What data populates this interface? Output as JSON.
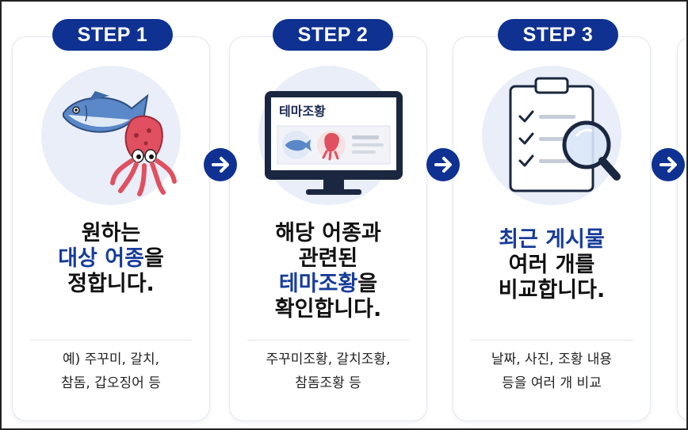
{
  "steps": [
    {
      "badge": "STEP 1",
      "title": {
        "line1": "원하는",
        "line2_blue": "대상 어종",
        "line2_rest": "을",
        "line3": "정합니다."
      },
      "desc": [
        "예) 주꾸미, 갈치,",
        "참돔, 갑오징어 등"
      ],
      "icons": [
        "fish-icon",
        "squid-icon"
      ]
    },
    {
      "badge": "STEP 2",
      "screen_title": "테마조황",
      "title": {
        "line1": "해당 어종과",
        "line2": "관련된",
        "line3_blue": "테마조황",
        "line3_rest": "을",
        "line4": "확인합니다."
      },
      "desc": [
        "주꾸미조황, 갈치조황,",
        "참돔조황 등"
      ],
      "icons": [
        "monitor-icon",
        "fish-icon",
        "squid-icon"
      ]
    },
    {
      "badge": "STEP 3",
      "title": {
        "line1_blue": "최근 게시물",
        "line2": "여러 개를",
        "line3": "비교합니다."
      },
      "desc": [
        "날짜, 사진, 조황 내용",
        "등을 여러 개 비교"
      ],
      "icons": [
        "clipboard-checklist-icon",
        "magnifier-icon"
      ]
    }
  ],
  "arrows": [
    "arrow-right-icon",
    "arrow-right-icon",
    "arrow-right-icon"
  ],
  "colors": {
    "brand": "#0e3192",
    "accent_text": "#173c9a",
    "circle_bg": "#e9eef9",
    "squid": "#e05060",
    "fish": "#5a88c8"
  }
}
